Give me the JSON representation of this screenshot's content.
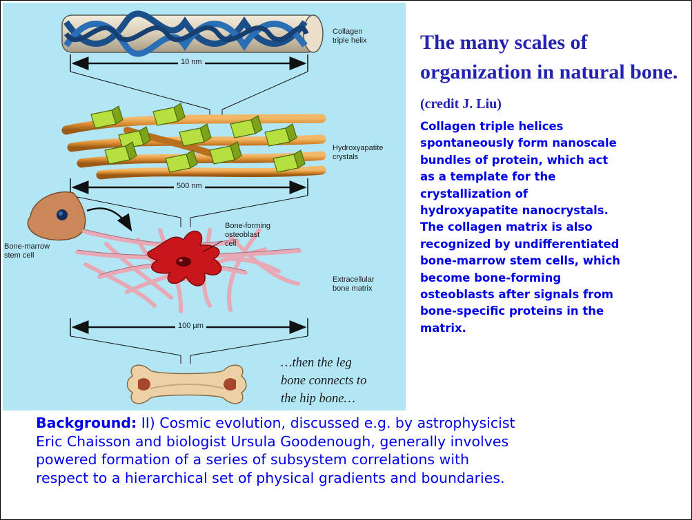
{
  "figure": {
    "labels": {
      "collagen_triple_helix": "Collagen\ntriple helix",
      "hydroxyapatite_crystals": "Hydroxyapatite\ncrystals",
      "bone_forming_osteoblast_cell": "Bone-forming\nosteoblast\ncell",
      "bone_marrow_stem_cell": "Bone-marrow\nstem cell",
      "extracellular_bone_matrix": "Extracellular\nbone matrix"
    },
    "scales": [
      "10 nm",
      "500 nm",
      "100 µm"
    ],
    "leg_caption": "…then the leg\nbone connects to\nthe hip bone…",
    "colors": {
      "panel_background": "#b3e6f4",
      "collagen_fiber": "#d98a2e",
      "crystal": "#9ccc1e",
      "osteoblast": "#c8161a",
      "matrix_fiber": "#e7a9b6",
      "stem_cell": "#c9875a",
      "bone": "#ecd1a7"
    }
  },
  "title": {
    "main": "The many scales of organization in natural bone. ",
    "credit": "(credit J. Liu)"
  },
  "description": "Collagen triple helices\nspontaneously form nanoscale\nbundles of protein, which act\nas a template for the\ncrystallization of\nhydroxyapatite nanocrystals.\nThe collagen matrix is also\nrecognized by undifferentiated\nbone-marrow stem cells, which\nbecome bone-forming\nosteoblasts after signals from\nbone-specific proteins in the\nmatrix.",
  "background": {
    "label": "Background:",
    "text": " II) Cosmic evolution, discussed e.g. by astrophysicist\nEric Chaisson and biologist Ursula Goodenough, generally involves\npowered formation of a series of subsystem correlations with\nrespect to a hierarchical set of physical gradients and boundaries."
  },
  "colors": {
    "title_text": "#2323b0",
    "body_text": "#0000e8"
  }
}
